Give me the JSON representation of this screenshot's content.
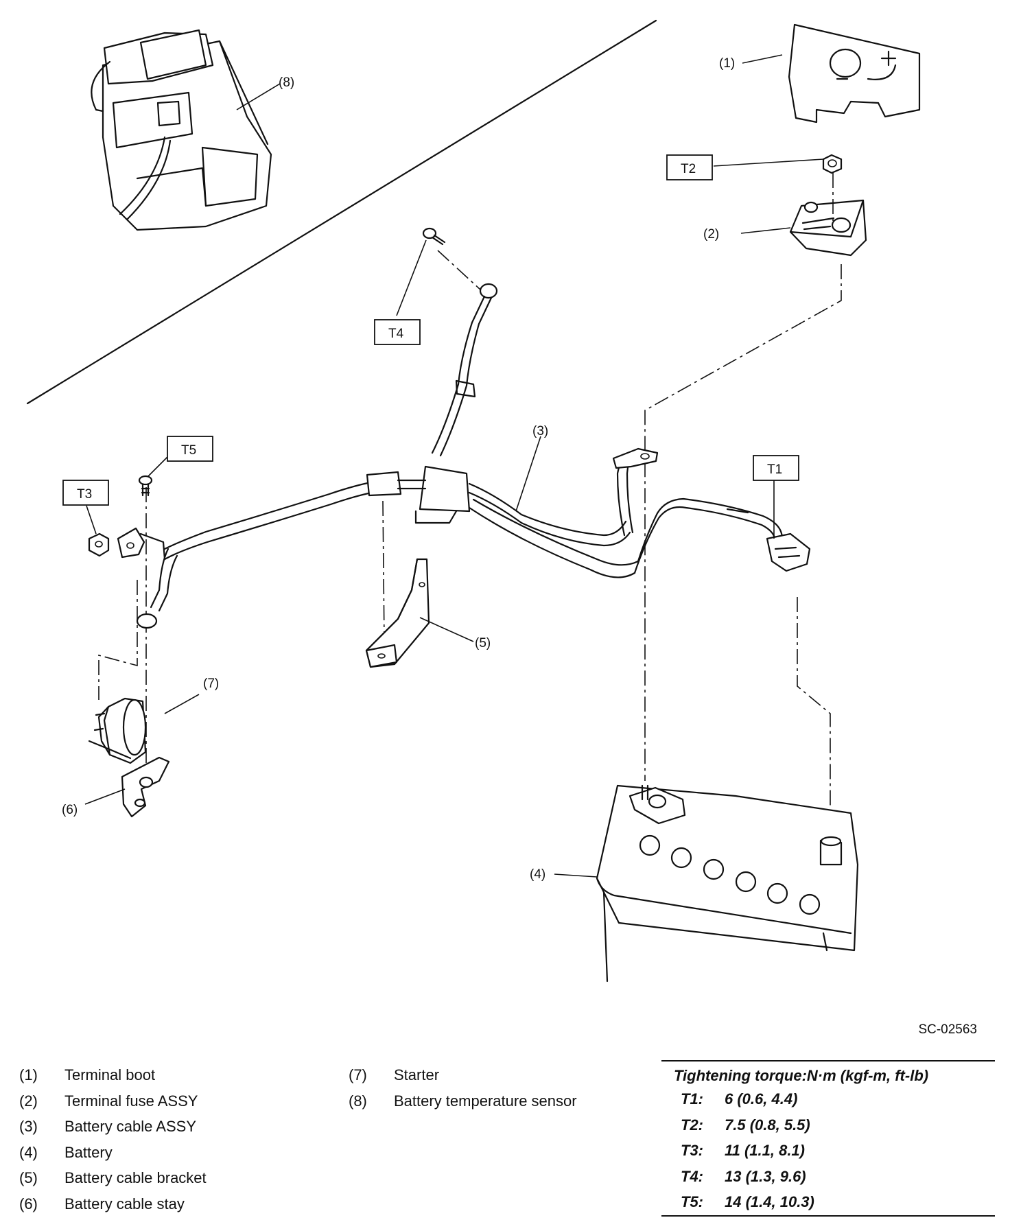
{
  "figure_code": "SC-02563",
  "callouts": {
    "c1": "(1)",
    "c2": "(2)",
    "c3": "(3)",
    "c4": "(4)",
    "c5": "(5)",
    "c6": "(6)",
    "c7": "(7)",
    "c8": "(8)"
  },
  "torque_boxes": {
    "t1": "T1",
    "t2": "T2",
    "t3": "T3",
    "t4": "T4",
    "t5": "T5"
  },
  "legend": {
    "left": [
      {
        "num": "(1)",
        "name": "Terminal boot"
      },
      {
        "num": "(2)",
        "name": "Terminal fuse ASSY"
      },
      {
        "num": "(3)",
        "name": "Battery cable ASSY"
      },
      {
        "num": "(4)",
        "name": "Battery"
      },
      {
        "num": "(5)",
        "name": "Battery cable bracket"
      },
      {
        "num": "(6)",
        "name": "Battery cable stay"
      }
    ],
    "middle": [
      {
        "num": "(7)",
        "name": "Starter"
      },
      {
        "num": "(8)",
        "name": "Battery temperature sensor"
      }
    ]
  },
  "torque_table": {
    "title": "Tightening torque:N·m (kgf-m, ft-lb)",
    "rows": [
      {
        "key": "T1:",
        "value": "6 (0.6, 4.4)"
      },
      {
        "key": "T2:",
        "value": "7.5 (0.8, 5.5)"
      },
      {
        "key": "T3:",
        "value": "11 (1.1, 8.1)"
      },
      {
        "key": "T4:",
        "value": "13 (1.3, 9.6)"
      },
      {
        "key": "T5:",
        "value": "14 (1.4, 10.3)"
      }
    ]
  }
}
